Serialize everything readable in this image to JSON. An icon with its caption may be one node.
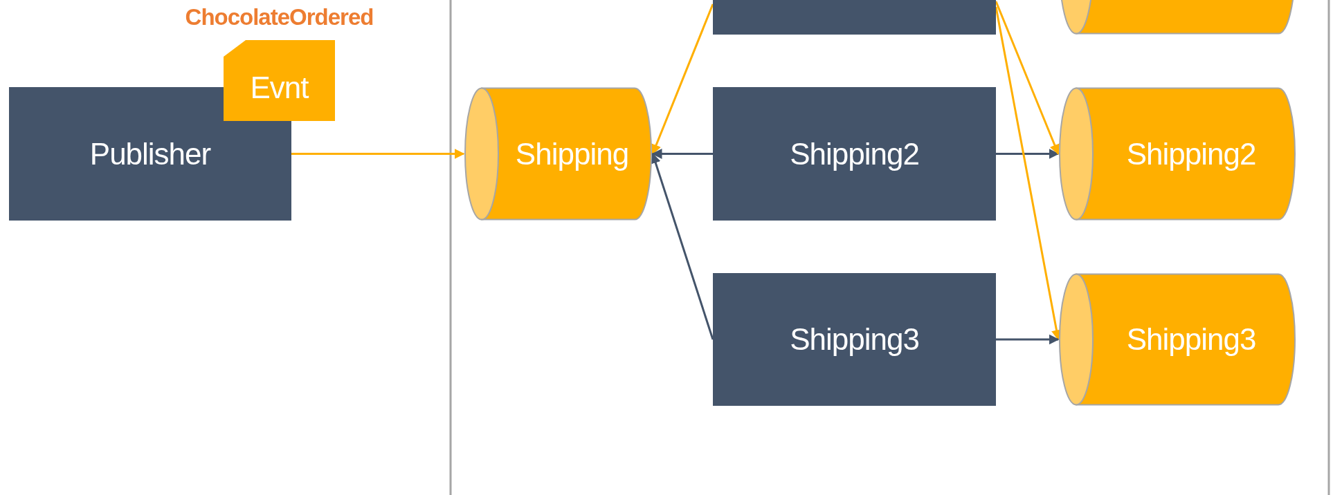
{
  "diagram": {
    "nodes": [
      {
        "text": [
          "Publisher"
        ]
      },
      {
        "text": [
          "Evnt"
        ],
        "beside": [
          "ChocolateOrdered"
        ]
      },
      {
        "text": [
          "Shipping"
        ]
      },
      {
        "text": [],
        "shape": "box"
      },
      {
        "text": [],
        "shape": "cylinder"
      },
      {
        "text": [
          "Shipping2"
        ]
      },
      {
        "text": [
          "Shipping2"
        ]
      },
      {
        "text": [
          "Shipping3"
        ]
      },
      {
        "text": [
          "Shipping3"
        ]
      }
    ],
    "edges": [
      {
        "from": 0,
        "to": 2,
        "arrow": "to",
        "color": "#ffaf00"
      },
      {
        "from": 3,
        "to": 2,
        "arrow": "to",
        "color": "#ffaf00"
      },
      {
        "from": 5,
        "to": 2,
        "arrow": "to",
        "color": "#44546a"
      },
      {
        "from": 7,
        "to": 2,
        "arrow": "to",
        "color": "#44546a"
      },
      {
        "from": 5,
        "to": 6,
        "arrow": "to",
        "color": "#44546a"
      },
      {
        "from": 3,
        "to": 6,
        "arrow": "to",
        "color": "#ffaf00"
      },
      {
        "from": 3,
        "to": 8,
        "arrow": "to",
        "color": "#ffaf00"
      },
      {
        "from": 7,
        "to": 8,
        "arrow": "to",
        "color": "#44546a"
      }
    ]
  }
}
